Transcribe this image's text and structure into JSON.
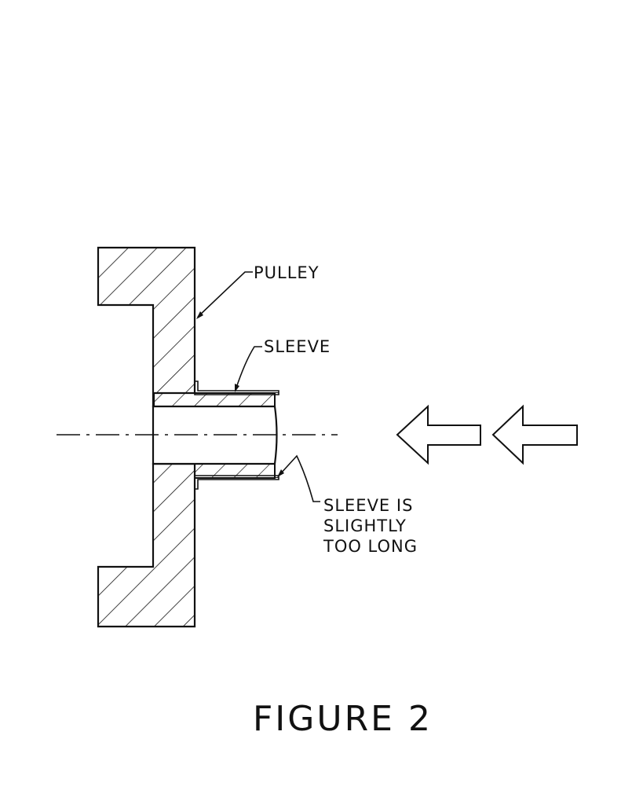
{
  "labels": {
    "pulley": "PULLEY",
    "sleeve": "SLEEVE",
    "note_lines": [
      "SLEEVE IS",
      "SLIGHTLY",
      "TOO LONG"
    ],
    "figure_title": "FIGURE 2"
  },
  "colors": {
    "ink": "#111111",
    "background": "#ffffff"
  }
}
